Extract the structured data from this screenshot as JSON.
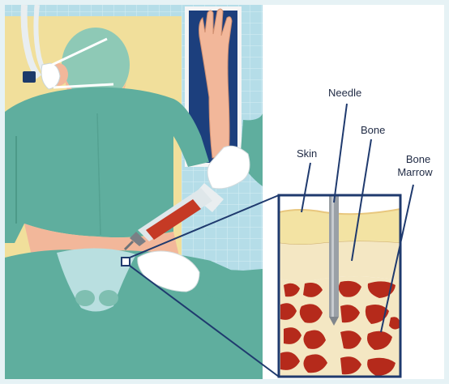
{
  "labels": {
    "needle": "Needle",
    "bone": "Bone",
    "skin": "Skin",
    "bone_marrow_line1": "Bone",
    "bone_marrow_line2": "Marrow"
  },
  "colors": {
    "frame_border": "#e6f2f5",
    "tile_background": "#b5dde8",
    "bed": "#f1df9b",
    "gown": "#5fae9e",
    "skin_tone": "#f2b79a",
    "pelvis": "#b9dfe0",
    "glove": "#ffffff",
    "board": "#1c3f7d",
    "syringe_fluid": "#c53a25",
    "inset_border": "#1f3a6e",
    "marrow_red": "#b52a1b",
    "bone_cream": "#f4e7c3",
    "skin_layer": "#f3e3a3",
    "needle_gray": "#9aa0a6"
  }
}
